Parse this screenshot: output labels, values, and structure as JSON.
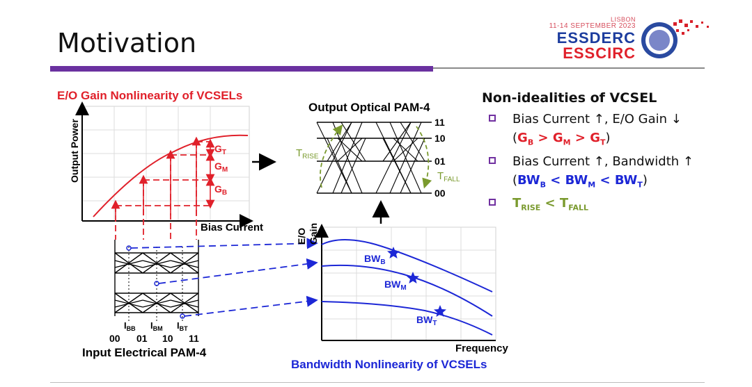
{
  "slide": {
    "title": "Motivation"
  },
  "logo": {
    "city": "LISBON",
    "dates": "11-14 SEPTEMBER 2023",
    "line1": "ESSDERC",
    "line2": "ESSCIRC"
  },
  "gain_plot": {
    "title": "E/O Gain Nonlinearity of VCSELs",
    "ylabel": "Output Power",
    "xlabel": "Bias Current",
    "gains": [
      {
        "main": "G",
        "sub": "T"
      },
      {
        "main": "G",
        "sub": "M"
      },
      {
        "main": "G",
        "sub": "B"
      }
    ]
  },
  "optical_eye": {
    "title": "Output Optical PAM-4",
    "levels": [
      "11",
      "10",
      "01",
      "00"
    ],
    "rise": {
      "main": "T",
      "sub": "RISE"
    },
    "fall": {
      "main": "T",
      "sub": "FALL"
    }
  },
  "input_eye": {
    "title": "Input Electrical PAM-4",
    "bias": [
      {
        "main": "I",
        "sub": "BB"
      },
      {
        "main": "I",
        "sub": "BM"
      },
      {
        "main": "I",
        "sub": "BT"
      }
    ],
    "symbols": [
      "00",
      "01",
      "10",
      "11"
    ]
  },
  "bw_plot": {
    "title": "Bandwidth Nonlinearity of VCSELs",
    "ylabel_line1": "E/O",
    "ylabel_line2": "Gain",
    "xlabel": "Frequency",
    "curves": [
      {
        "main": "BW",
        "sub": "B"
      },
      {
        "main": "BW",
        "sub": "M"
      },
      {
        "main": "BW",
        "sub": "T"
      }
    ]
  },
  "notes": {
    "heading": "Non-idealities of VCSEL",
    "item1": "Bias Current ↑, E/O Gain ↓",
    "item1_rel": {
      "g": "G",
      "b": "B",
      "m": "M",
      "t": "T",
      "op": " > "
    },
    "item2": "Bias Current ↑, Bandwidth ↑",
    "item2_rel": {
      "bw": "BW",
      "b": "B",
      "m": "M",
      "t": "T",
      "op": " < "
    },
    "item3_rel": {
      "t": "T",
      "rise": "RISE",
      "fall": "FALL",
      "op": " < "
    }
  },
  "colors": {
    "accent": "#6a31a0",
    "red": "#e0202a",
    "blue": "#1c27d6",
    "olive": "#7a9a2e"
  }
}
